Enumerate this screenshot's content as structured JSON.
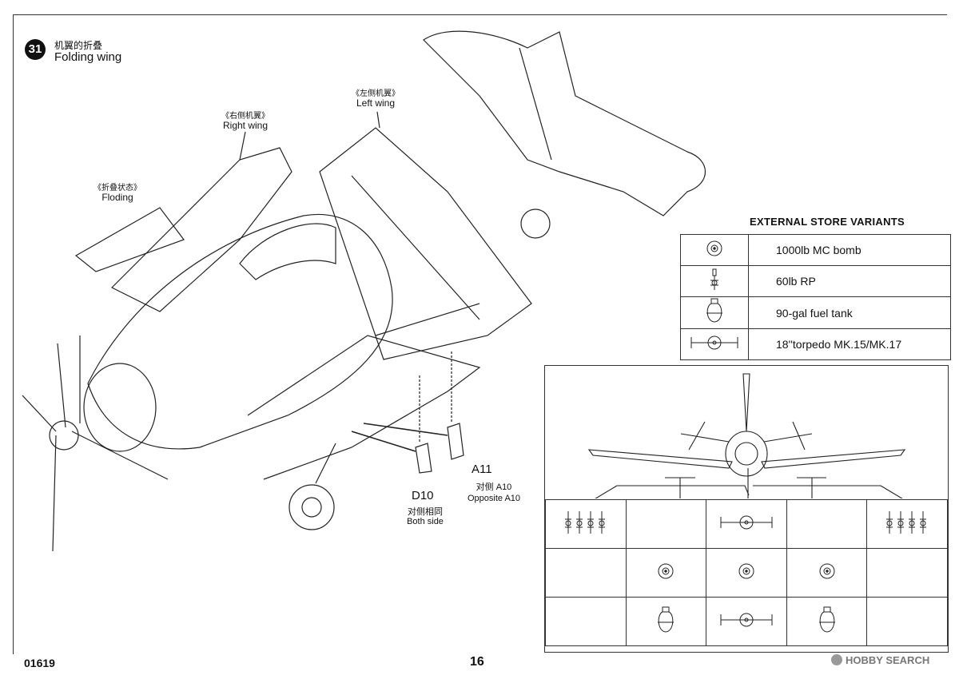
{
  "step": {
    "number": "31",
    "title_zh": "机翼的折叠",
    "title_en": "Folding wing"
  },
  "labels": {
    "right_wing_zh": "《右侧机翼》",
    "right_wing_en": "Right wing",
    "left_wing_zh": "《左侧机翼》",
    "left_wing_en": "Left wing",
    "folding_zh": "《折叠状态》",
    "folding_en": "Floding"
  },
  "parts": {
    "a11": "A11",
    "a11_sub_zh": "对侧 A10",
    "a11_sub_en": "Opposite A10",
    "d10": "D10",
    "d10_sub_zh": "对侧相同",
    "d10_sub_en": "Both side"
  },
  "stores": {
    "title": "EXTERNAL STORE VARIANTS",
    "items": [
      {
        "icon": "bomb-icon",
        "name": "1000lb MC bomb"
      },
      {
        "icon": "rocket-icon",
        "name": "60lb RP"
      },
      {
        "icon": "fuel-tank-icon",
        "name": "90-gal fuel tank"
      },
      {
        "icon": "torpedo-icon",
        "name": "18''torpedo MK.15/MK.17"
      }
    ]
  },
  "loadout_grid": [
    [
      "rockets",
      "",
      "torpedo",
      "",
      "rockets"
    ],
    [
      "",
      "bomb",
      "bomb",
      "bomb",
      ""
    ],
    [
      "",
      "tank",
      "torpedo",
      "tank",
      ""
    ]
  ],
  "footer": {
    "code": "01619",
    "page": "16",
    "watermark": "HOBBY SEARCH"
  }
}
